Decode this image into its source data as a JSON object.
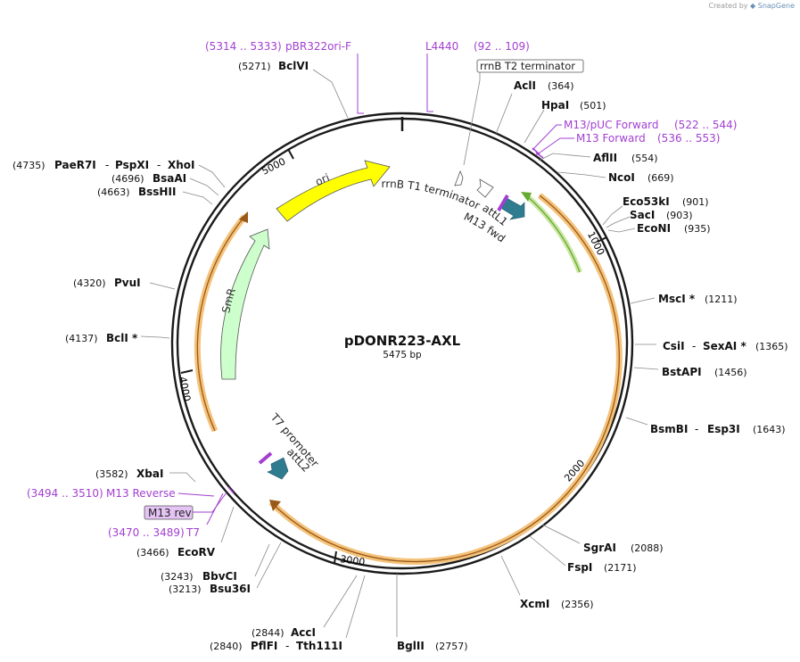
{
  "credit": {
    "prefix": "Created by",
    "brand": "SnapGene"
  },
  "plasmid": {
    "name": "pDONR223-AXL",
    "size": "5475 bp",
    "length": 5475
  },
  "colors": {
    "backbone": "#1a1a1a",
    "orf_fill": "#f4c27a",
    "orf_core": "#9a5a17",
    "enzyme_line": "#888888",
    "primer": "#a23fd1",
    "ori": "#ffff00",
    "smr": "#ccffcc",
    "att": "#2f7c91",
    "orf_green": "#66aa33"
  },
  "ticks": [
    {
      "label": "1000"
    },
    {
      "label": "2000"
    },
    {
      "label": "3000"
    },
    {
      "label": "4000"
    },
    {
      "label": "5000"
    }
  ],
  "enzymes": [
    {
      "name": "BclVI",
      "pos": "(5271)"
    },
    {
      "name": "AclI",
      "pos": "(364)"
    },
    {
      "name": "HpaI",
      "pos": "(501)"
    },
    {
      "name": "AflII",
      "pos": "(554)"
    },
    {
      "name": "NcoI",
      "pos": "(669)"
    },
    {
      "name": "Eco53kI",
      "pos": "(901)"
    },
    {
      "name": "SacI",
      "pos": "(903)"
    },
    {
      "name": "EcoNI",
      "pos": "(935)"
    },
    {
      "name": "MscI *",
      "pos": "(1211)"
    },
    {
      "name": "CsiI",
      "sep": "-",
      "name2": "SexAI *",
      "pos": "(1365)"
    },
    {
      "name": "BstAPI",
      "pos": "(1456)"
    },
    {
      "name": "BsmBI",
      "sep": "-",
      "name2": "Esp3I",
      "pos": "(1643)"
    },
    {
      "name": "SgrAI",
      "pos": "(2088)"
    },
    {
      "name": "FspI",
      "pos": "(2171)"
    },
    {
      "name": "XcmI",
      "pos": "(2356)"
    },
    {
      "name": "BglII",
      "pos": "(2757)"
    },
    {
      "name": "AccI",
      "pos": "(2844)"
    },
    {
      "name": "PflFI",
      "sep": "-",
      "name2": "Tth111I",
      "pos": "(2840)"
    },
    {
      "name": "BbvCI",
      "pos": "(3243)"
    },
    {
      "name": "Bsu36I",
      "pos": "(3213)"
    },
    {
      "name": "EcoRV",
      "pos": "(3466)"
    },
    {
      "name": "XbaI",
      "pos": "(3582)"
    },
    {
      "name": "BclI *",
      "pos": "(4137)"
    },
    {
      "name": "PvuI",
      "pos": "(4320)"
    },
    {
      "name": "BssHII",
      "pos": "(4663)"
    },
    {
      "name": "BsaAI",
      "pos": "(4696)"
    },
    {
      "name": "PaeR7I",
      "sep": "-",
      "name2": "PspXI",
      "sep2": "-",
      "name3": "XhoI",
      "pos": "(4735)"
    }
  ],
  "primers": [
    {
      "name": "pBR322ori-F",
      "pos": "(5314 .. 5333)"
    },
    {
      "name": "L4440",
      "pos": "(92 .. 109)"
    },
    {
      "name": "M13/pUC Forward",
      "pos": "(522 .. 544)"
    },
    {
      "name": "M13 Forward",
      "pos": "(536 .. 553)"
    },
    {
      "name": "M13 Reverse",
      "pos": "(3494 .. 3510)"
    },
    {
      "name": "T7",
      "pos": "(3470 .. 3489)"
    }
  ],
  "boxed_labels": {
    "rrnb_t2": "rrnB T2 terminator",
    "m13_rev": "M13 rev"
  },
  "features": {
    "ori": "ori",
    "smr": "SmR",
    "rrnb_t1": "rrnB T1 terminator",
    "m13_fwd": "M13 fwd",
    "attl1": "attL1",
    "t7_promoter": "T7 promoter",
    "attl2": "attL2"
  }
}
